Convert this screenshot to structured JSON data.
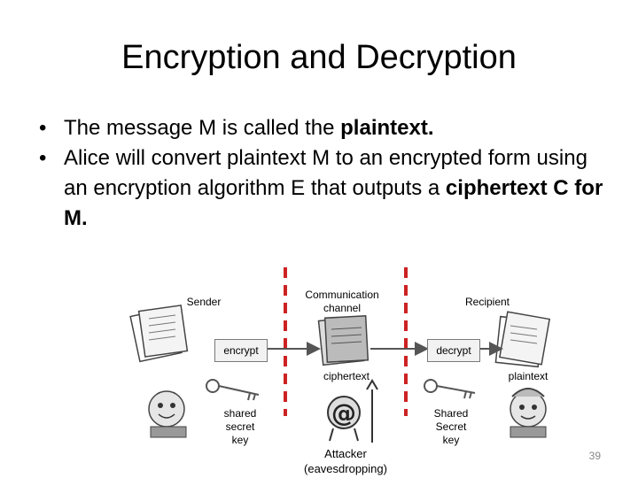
{
  "slide": {
    "title": "Encryption and Decryption",
    "bullet1": {
      "text": "The message M is called the ",
      "bold": "plaintext."
    },
    "bullet2": {
      "text": "Alice will convert plaintext M to an encrypted form using an encryption algorithm E that outputs a ",
      "bold": "ciphertext C for M."
    },
    "page_number": "39"
  },
  "diagram": {
    "sender": "Sender",
    "channel": "Communication channel",
    "recipient": "Recipient",
    "encrypt": "encrypt",
    "decrypt": "decrypt",
    "ciphertext": "ciphertext",
    "plaintext": "plaintext",
    "shared_key_left": "shared secret key",
    "shared_key_right": "Shared Secret key",
    "attacker": "Attacker",
    "attacker_note": "(eavesdropping)"
  },
  "colors": {
    "channel_line": "#cc2222",
    "arrow": "#555555"
  }
}
